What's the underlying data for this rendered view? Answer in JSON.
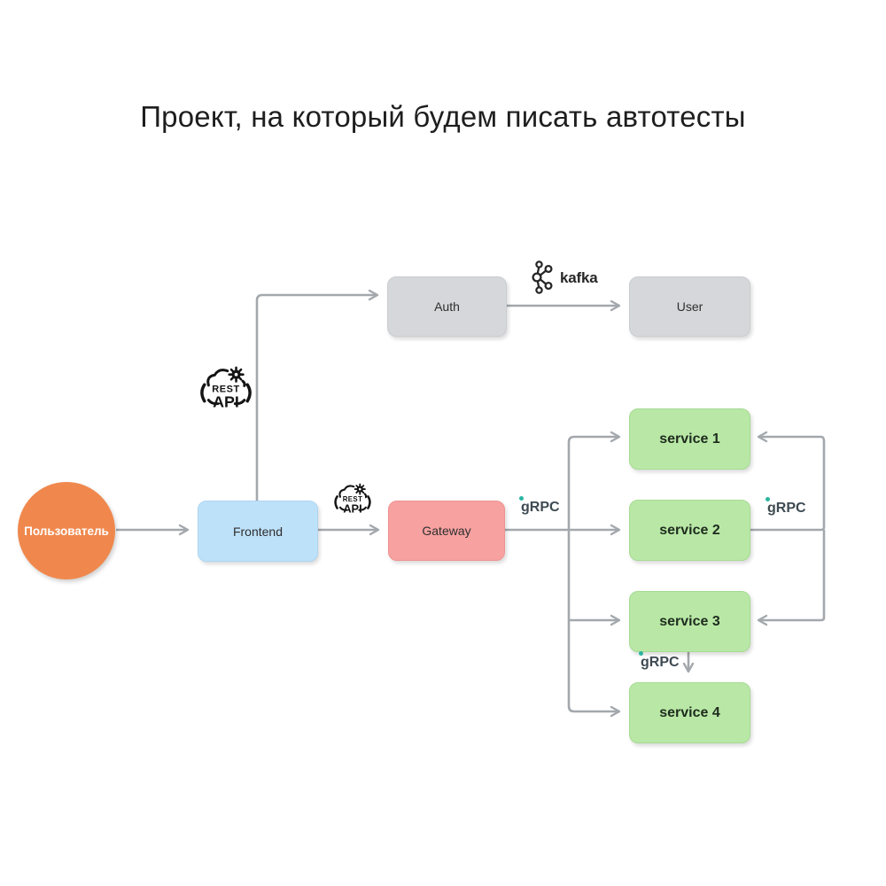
{
  "title": "Проект, на который будем писать автотесты",
  "diagram": {
    "nodes": {
      "polzovatel": {
        "label": "Пользователь",
        "fill": "#F0884D",
        "shape": "circle"
      },
      "frontend": {
        "label": "Frontend",
        "fill": "#BEE1FA"
      },
      "auth": {
        "label": "Auth",
        "fill": "#D6D7DA"
      },
      "user": {
        "label": "User",
        "fill": "#D6D7DA"
      },
      "gateway": {
        "label": "Gateway",
        "fill": "#F7A1A1"
      },
      "service1": {
        "label": "service 1",
        "fill": "#B9E8A6"
      },
      "service2": {
        "label": "service 2",
        "fill": "#B9E8A6"
      },
      "service3": {
        "label": "service 3",
        "fill": "#B9E8A6"
      },
      "service4": {
        "label": "service 4",
        "fill": "#B9E8A6"
      }
    },
    "labels": {
      "kafka": "kafka",
      "grpc": "gRPC",
      "rest": "REST",
      "api": "API"
    },
    "colors": {
      "connector": "#A3A8AD",
      "grpc_text": "#3E4A52",
      "grpc_dot": "#2BB5A0",
      "title_text": "#1E1E1E"
    }
  }
}
